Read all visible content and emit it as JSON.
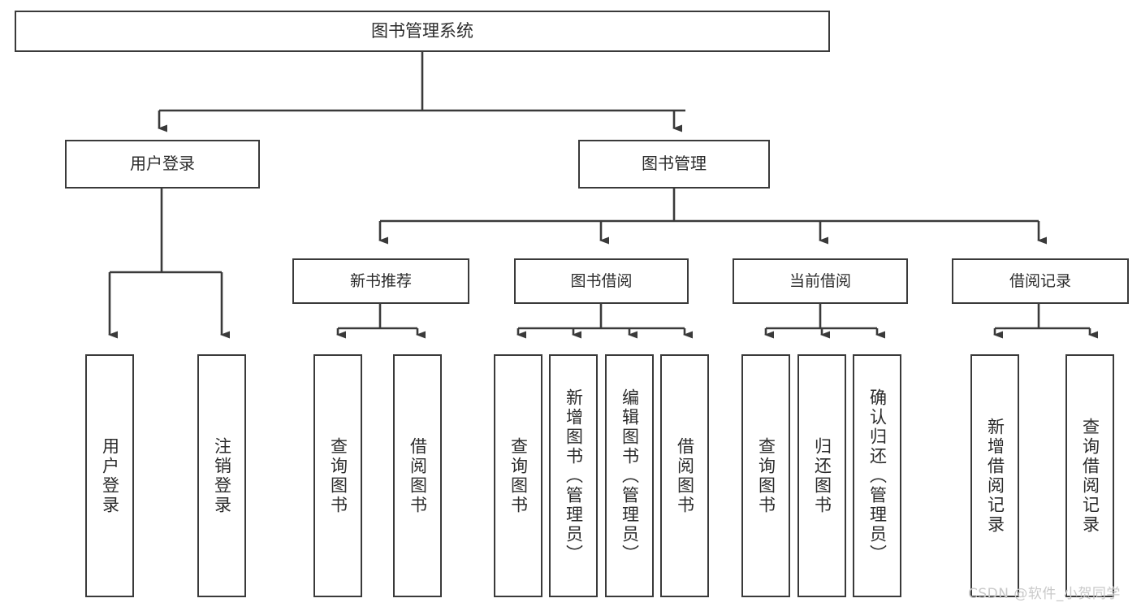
{
  "diagram": {
    "title": "图书管理系统",
    "type": "功能结构图",
    "colors": {
      "background": "#ffffff",
      "border": "#3a3a3a",
      "text": "#2b2b2b",
      "watermark": "#c9c9c9"
    }
  },
  "root": {
    "label": "图书管理系统"
  },
  "level2": [
    {
      "label": "用户登录"
    },
    {
      "label": "图书管理"
    }
  ],
  "level3": [
    {
      "label": "新书推荐"
    },
    {
      "label": "图书借阅"
    },
    {
      "label": "当前借阅"
    },
    {
      "label": "借阅记录"
    }
  ],
  "leaves": {
    "user_login": [
      {
        "label": "用户登录"
      },
      {
        "label": "注销登录"
      }
    ],
    "new_book": [
      {
        "label": "查询图书"
      },
      {
        "label": "借阅图书"
      }
    ],
    "borrow_book": [
      {
        "label": "查询图书"
      },
      {
        "label": "新增图书（管理员）"
      },
      {
        "label": "编辑图书（管理员）"
      },
      {
        "label": "借阅图书"
      }
    ],
    "current_borrow": [
      {
        "label": "查询图书"
      },
      {
        "label": "归还图书"
      },
      {
        "label": "确认归还（管理员）"
      }
    ],
    "borrow_record": [
      {
        "label": "新增借阅记录"
      },
      {
        "label": "查询借阅记录"
      }
    ]
  },
  "watermark": {
    "text": "CSDN @软件_小贺同学"
  }
}
